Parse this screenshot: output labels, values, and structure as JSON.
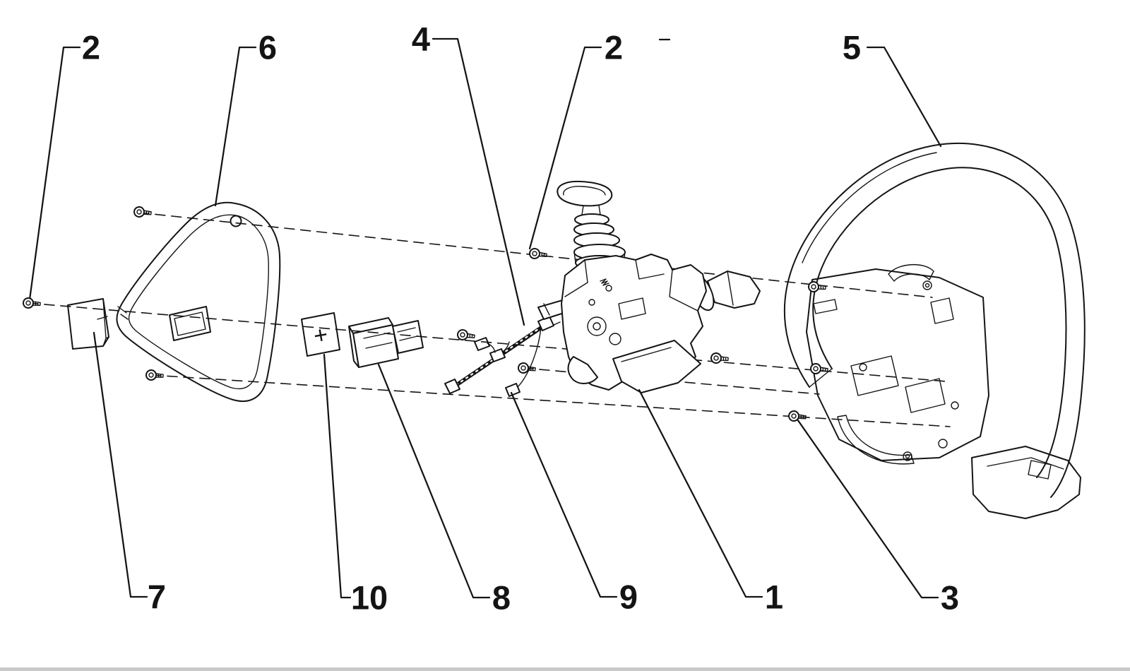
{
  "page": {
    "background_color": "#ffffff",
    "line_color": "#141414",
    "footer_bar_color": "#c9c9c9"
  },
  "diagram": {
    "kind": "exploded-parts-diagram",
    "callouts": [
      {
        "label": "2"
      },
      {
        "label": "6"
      },
      {
        "label": "4"
      },
      {
        "label": "2"
      },
      {
        "label": "5"
      },
      {
        "label": "7"
      },
      {
        "label": "10"
      },
      {
        "label": "8"
      },
      {
        "label": "9"
      },
      {
        "label": "1"
      },
      {
        "label": "3"
      }
    ],
    "part_marks": {
      "plus": "+"
    }
  }
}
